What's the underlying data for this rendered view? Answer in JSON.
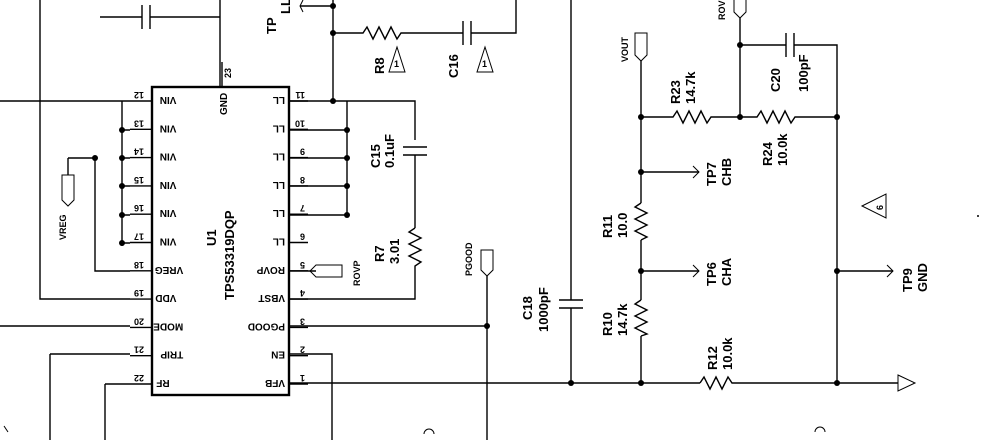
{
  "ic": {
    "ref": "U1",
    "part": "TPS53319DQP",
    "gnd_pin_label": "GND",
    "gnd_pin_number": "23",
    "left_pins": [
      {
        "name": "VIN",
        "num": "12"
      },
      {
        "name": "VIN",
        "num": "13"
      },
      {
        "name": "VIN",
        "num": "14"
      },
      {
        "name": "VIN",
        "num": "15"
      },
      {
        "name": "VIN",
        "num": "16"
      },
      {
        "name": "VIN",
        "num": "17"
      },
      {
        "name": "VREG",
        "num": "18"
      },
      {
        "name": "VDD",
        "num": "19"
      },
      {
        "name": "MODE",
        "num": "20"
      },
      {
        "name": "TRIP",
        "num": "21"
      },
      {
        "name": "RF",
        "num": "22"
      }
    ],
    "right_pins": [
      {
        "name": "LL",
        "num": "11"
      },
      {
        "name": "LL",
        "num": "10"
      },
      {
        "name": "LL",
        "num": "9"
      },
      {
        "name": "LL",
        "num": "8"
      },
      {
        "name": "LL",
        "num": "7"
      },
      {
        "name": "LL",
        "num": "6"
      },
      {
        "name": "ROVP",
        "num": "5"
      },
      {
        "name": "VBST",
        "num": "4"
      },
      {
        "name": "PGOOD",
        "num": "3"
      },
      {
        "name": "EN",
        "num": "2"
      },
      {
        "name": "VFB",
        "num": "1"
      }
    ]
  },
  "components": {
    "r8": {
      "ref": "R8",
      "flag": "1"
    },
    "c16": {
      "ref": "C16",
      "flag": "1"
    },
    "c15": {
      "ref": "C15",
      "value": "0.1uF"
    },
    "r7": {
      "ref": "R7",
      "value": "3.01"
    },
    "c18": {
      "ref": "C18",
      "value": "1000pF"
    },
    "r23": {
      "ref": "R23",
      "value": "14.7k"
    },
    "c20": {
      "ref": "C20",
      "value": "100pF"
    },
    "r24": {
      "ref": "R24",
      "value": "10.0k"
    },
    "r11": {
      "ref": "R11",
      "value": "10.0"
    },
    "r10": {
      "ref": "R10",
      "value": "14.7k"
    },
    "r12": {
      "ref": "R12",
      "value": "10.0k"
    },
    "flag6": "6"
  },
  "nets": {
    "vreg": "VREG",
    "rovp": "ROVP",
    "pgood": "PGOOD",
    "vout": "VOUT",
    "tp_top_left": "TP",
    "tp_top_left_sub": "LL",
    "rov_top": "ROV"
  },
  "testpoints": {
    "tp7": {
      "ref": "TP7",
      "name": "CHB"
    },
    "tp6": {
      "ref": "TP6",
      "name": "CHA"
    },
    "tp9": {
      "ref": "TP9",
      "name": "GND"
    }
  },
  "colors": {
    "ink": "#000000",
    "paper": "#ffffff"
  }
}
